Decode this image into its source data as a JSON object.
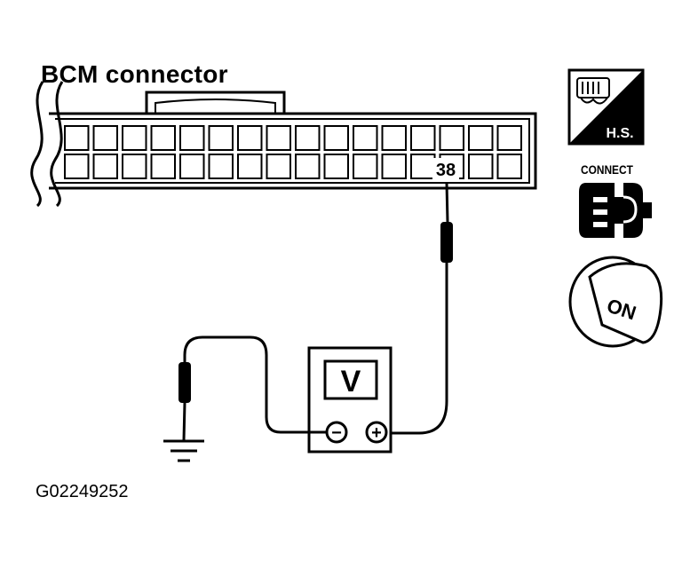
{
  "diagram": {
    "connector_title": "BCM connector",
    "pin_label": "38",
    "meter_symbol": "V",
    "negative_terminal": "−",
    "positive_terminal": "+",
    "figure_id": "G02249252"
  },
  "icons": {
    "hs_label": "H.S.",
    "connect_label": "CONNECT",
    "ignition_label": "ON"
  }
}
